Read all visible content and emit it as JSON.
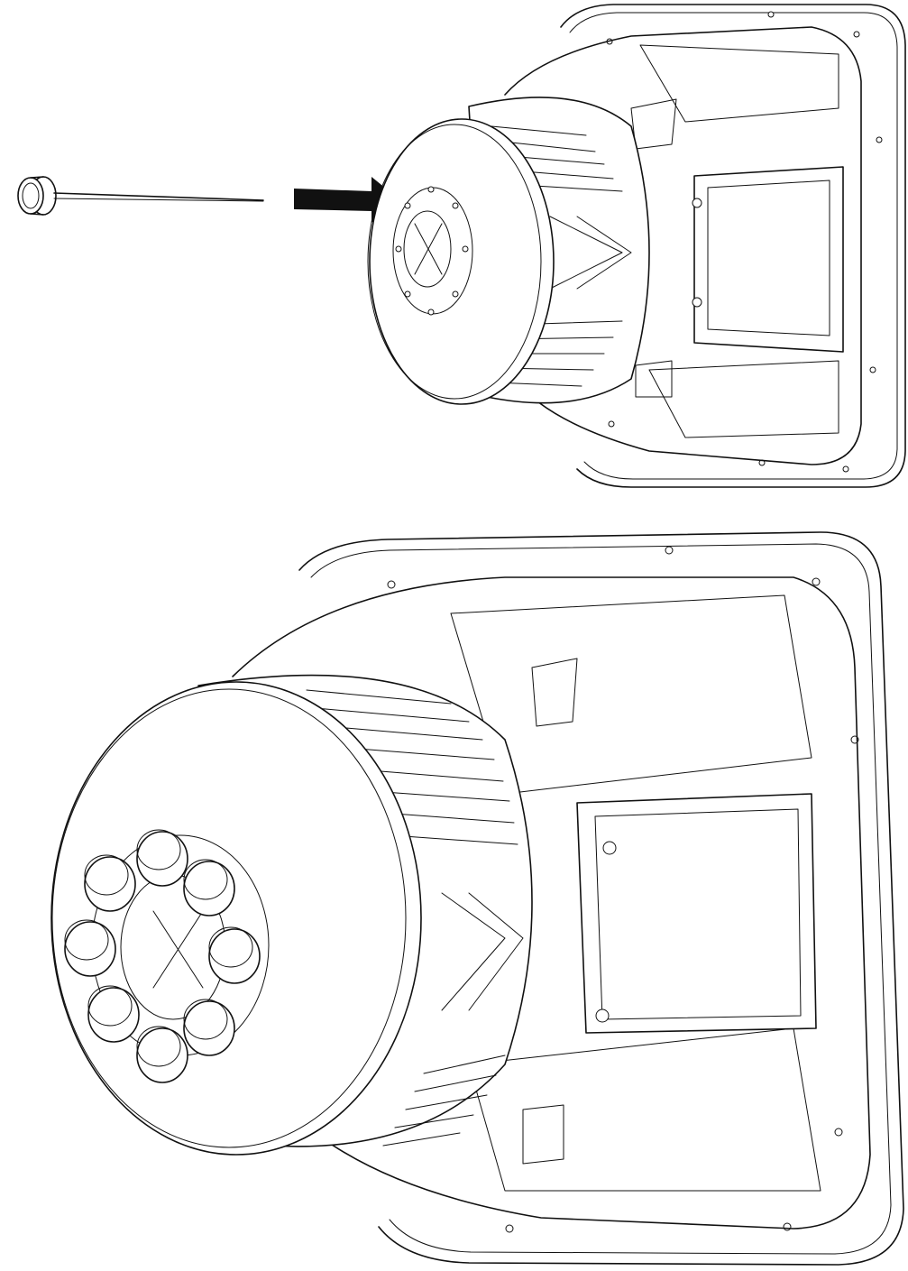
{
  "figure": {
    "background": "#ffffff",
    "line_color": "#111111",
    "arrow_color": "#111111"
  },
  "steps": [
    {
      "part": "weight-plug",
      "quantity": 1,
      "action": "insert"
    },
    {
      "part": "weight-plug",
      "quantity": 8,
      "action": "installed"
    }
  ]
}
